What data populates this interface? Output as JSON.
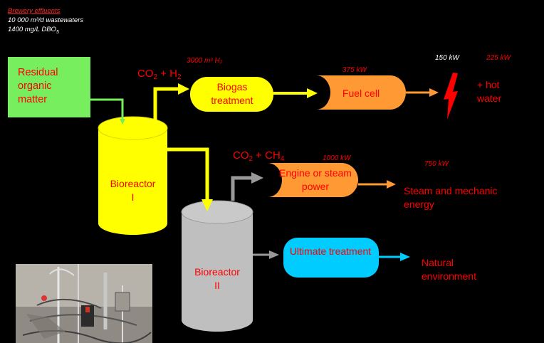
{
  "header": {
    "title": "Brewery effluents",
    "line2": "10 000 m³/d wastewaters",
    "line3_main": "1400 mg/L DBO",
    "line3_sub": "5"
  },
  "nodes": {
    "residual": "Residual organic matter",
    "biogas": "Biogas treatment",
    "fuel_cell": "Fuel cell",
    "engine": "Engine or steam power",
    "ultimate": "Ultimate treatment",
    "bioreactor1_line1": "Bioreactor",
    "bioreactor1_line2": "I",
    "bioreactor2_line1": "Bioreactor",
    "bioreactor2_line2": "II"
  },
  "gases": {
    "gas1": {
      "a": "CO",
      "a_sub": "2",
      "b": " + H",
      "b_sub": "2"
    },
    "gas2": {
      "a": "CO",
      "a_sub": "2",
      "b": " + CH",
      "b_sub": "4"
    }
  },
  "annotations": {
    "h2_volume": "3000 m³ H₂",
    "fuel_cell_power": "375 kW",
    "electric_power": "150 kW",
    "heat_power": "225 kW",
    "engine_power": "1000 kW",
    "steam_power": "750 kW"
  },
  "outputs": {
    "hot_water": "+ hot water",
    "steam": "Steam and mechanic energy",
    "natural": "Natural environment"
  },
  "colors": {
    "green": "#77ee5e",
    "yellow": "#ffff00",
    "orange": "#ff9933",
    "cyan": "#00ccff",
    "gray": "#bfbfbf",
    "text_red": "#ff0000"
  },
  "icons": {
    "lightning": "lightning-bolt-icon",
    "photo": "lab-bioreactor-photo"
  }
}
